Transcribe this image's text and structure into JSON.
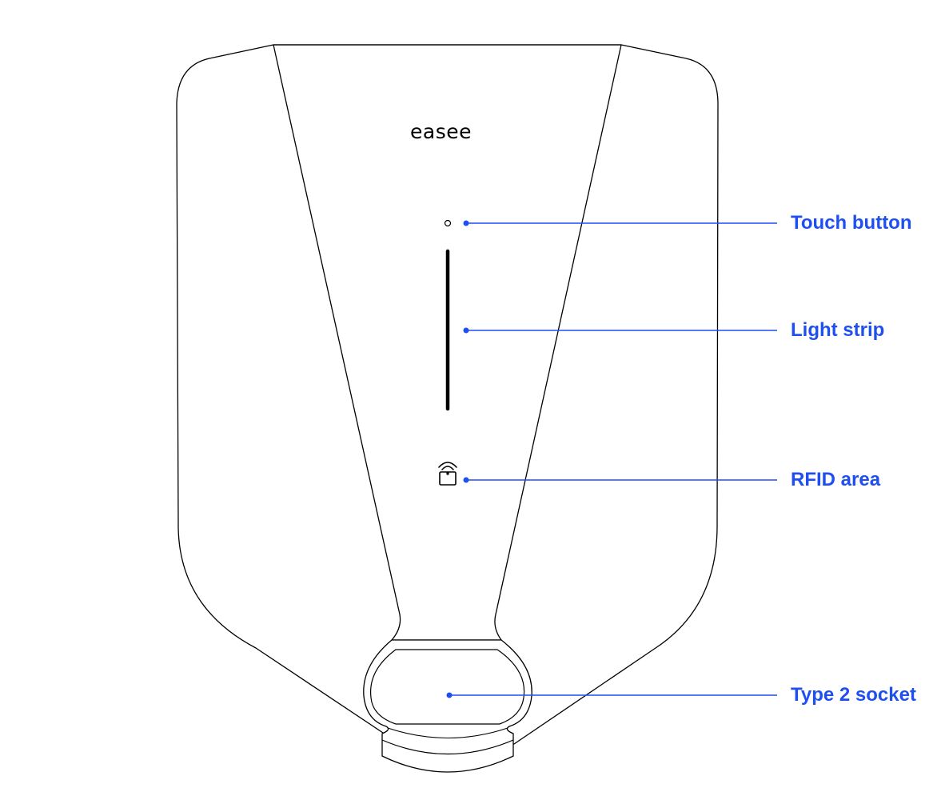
{
  "device": {
    "brand": "easee"
  },
  "callouts": [
    {
      "id": "touch-button",
      "label": "Touch button"
    },
    {
      "id": "light-strip",
      "label": "Light strip"
    },
    {
      "id": "rfid-area",
      "label": "RFID area"
    },
    {
      "id": "type-2-socket",
      "label": "Type 2 socket"
    }
  ],
  "colors": {
    "accent": "#1f4ff0",
    "outline": "#000000",
    "background": "#ffffff"
  },
  "icons": {
    "rfid": "rfid-icon",
    "touch": "touch-button-icon"
  }
}
